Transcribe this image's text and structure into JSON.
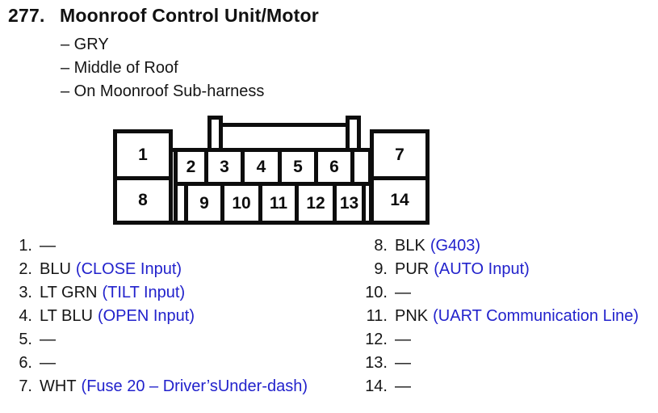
{
  "header": {
    "number": "277.",
    "title": "Moonroof Control Unit/Motor"
  },
  "bullets": [
    "– GRY",
    "– Middle of Roof",
    "– On Moonroof Sub-harness"
  ],
  "colors": {
    "link_blue": "#2222cc",
    "ink": "#111111",
    "diagram_line": "#0d0d0d",
    "background": "#ffffff"
  },
  "connector": {
    "description": "14-pin connector face view",
    "pin_labels": [
      "1",
      "2",
      "3",
      "4",
      "5",
      "6",
      "7",
      "8",
      "9",
      "10",
      "11",
      "12",
      "13",
      "14"
    ]
  },
  "pin_list": {
    "left": [
      {
        "num": "1.",
        "wire": "—",
        "desc": ""
      },
      {
        "num": "2.",
        "wire": "BLU",
        "desc": "(CLOSE Input)"
      },
      {
        "num": "3.",
        "wire": "LT GRN",
        "desc": "(TILT Input)"
      },
      {
        "num": "4.",
        "wire": "LT BLU",
        "desc": "(OPEN Input)"
      },
      {
        "num": "5.",
        "wire": "—",
        "desc": ""
      },
      {
        "num": "6.",
        "wire": "—",
        "desc": ""
      },
      {
        "num": "7.",
        "wire": "WHT",
        "desc": "(Fuse 20 – Driver’sUnder-dash)"
      }
    ],
    "right": [
      {
        "num": "8.",
        "wire": "BLK",
        "desc": "(G403)"
      },
      {
        "num": "9.",
        "wire": "PUR",
        "desc": "(AUTO Input)"
      },
      {
        "num": "10.",
        "wire": "—",
        "desc": ""
      },
      {
        "num": "11.",
        "wire": "PNK",
        "desc": "(UART Communication Line)"
      },
      {
        "num": "12.",
        "wire": "—",
        "desc": ""
      },
      {
        "num": "13.",
        "wire": "—",
        "desc": ""
      },
      {
        "num": "14.",
        "wire": "—",
        "desc": ""
      }
    ]
  }
}
